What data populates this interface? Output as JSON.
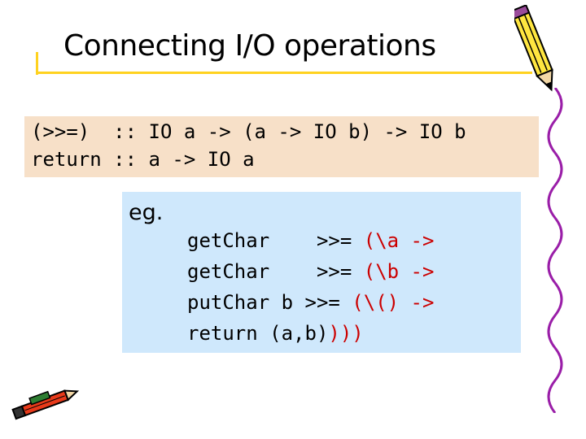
{
  "slide": {
    "title": "Connecting I/O operations",
    "signatures": [
      {
        "text": "(>>=)  :: IO a -> (a -> IO b) -> IO b"
      },
      {
        "text": "return :: a -> IO a"
      }
    ],
    "example": {
      "label": "eg.",
      "lines": [
        {
          "code": "getChar    >>= ",
          "paren": "(\\a ->"
        },
        {
          "code": "getChar    >>= ",
          "paren": "(\\b ->"
        },
        {
          "code": "putChar b >>= ",
          "paren": "(\\() ->"
        },
        {
          "code": "return (a,b)",
          "paren": ")))"
        }
      ]
    }
  },
  "colors": {
    "accent_rule": "#ffd21f",
    "signature_bg": "#f7e0c8",
    "example_bg": "#cfe8fc",
    "paren_red": "#cc0000"
  },
  "icons": [
    "pencil-icon",
    "squiggle-decoration",
    "pencil-clip-icon"
  ]
}
